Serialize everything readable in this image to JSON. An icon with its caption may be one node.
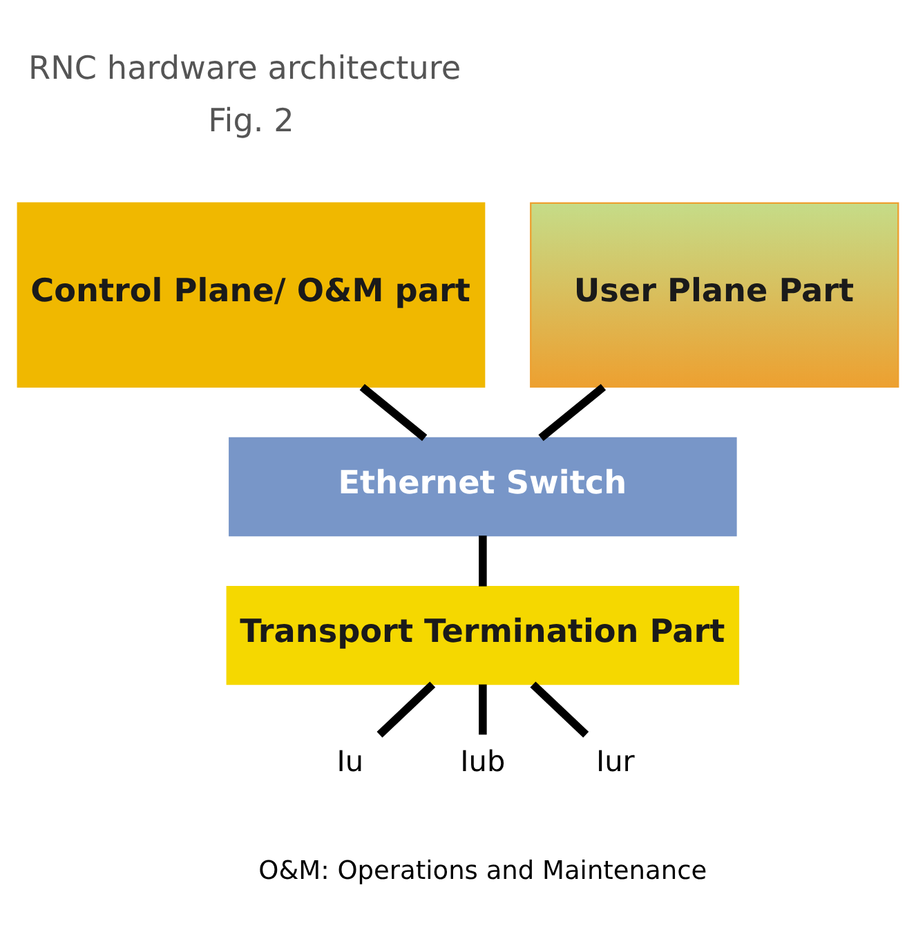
{
  "diagram": {
    "title": "RNC hardware architecture",
    "caption": "O&M: Operations and Maintenance",
    "nodes": [
      {
        "text": [
          "Control Plane/ O&M part"
        ]
      },
      {
        "text": [
          "User Plane Part"
        ]
      },
      {
        "text": [
          "Ethernet Switch"
        ]
      },
      {
        "text": [
          "Transport Termination Part"
        ]
      },
      {
        "text": [
          "Iu"
        ]
      },
      {
        "text": [
          "Iub"
        ]
      },
      {
        "text": [
          "Iur"
        ]
      }
    ],
    "edges": [
      {
        "from": 0,
        "to": 2,
        "arrow": "none"
      },
      {
        "from": 1,
        "to": 2,
        "arrow": "none"
      },
      {
        "from": 2,
        "to": 3,
        "arrow": "none"
      },
      {
        "from": 3,
        "to": 4,
        "arrow": "none"
      },
      {
        "from": 3,
        "to": 5,
        "arrow": "none"
      },
      {
        "from": 3,
        "to": 6,
        "arrow": "none"
      }
    ],
    "labels": [
      "Fig. 2"
    ]
  }
}
